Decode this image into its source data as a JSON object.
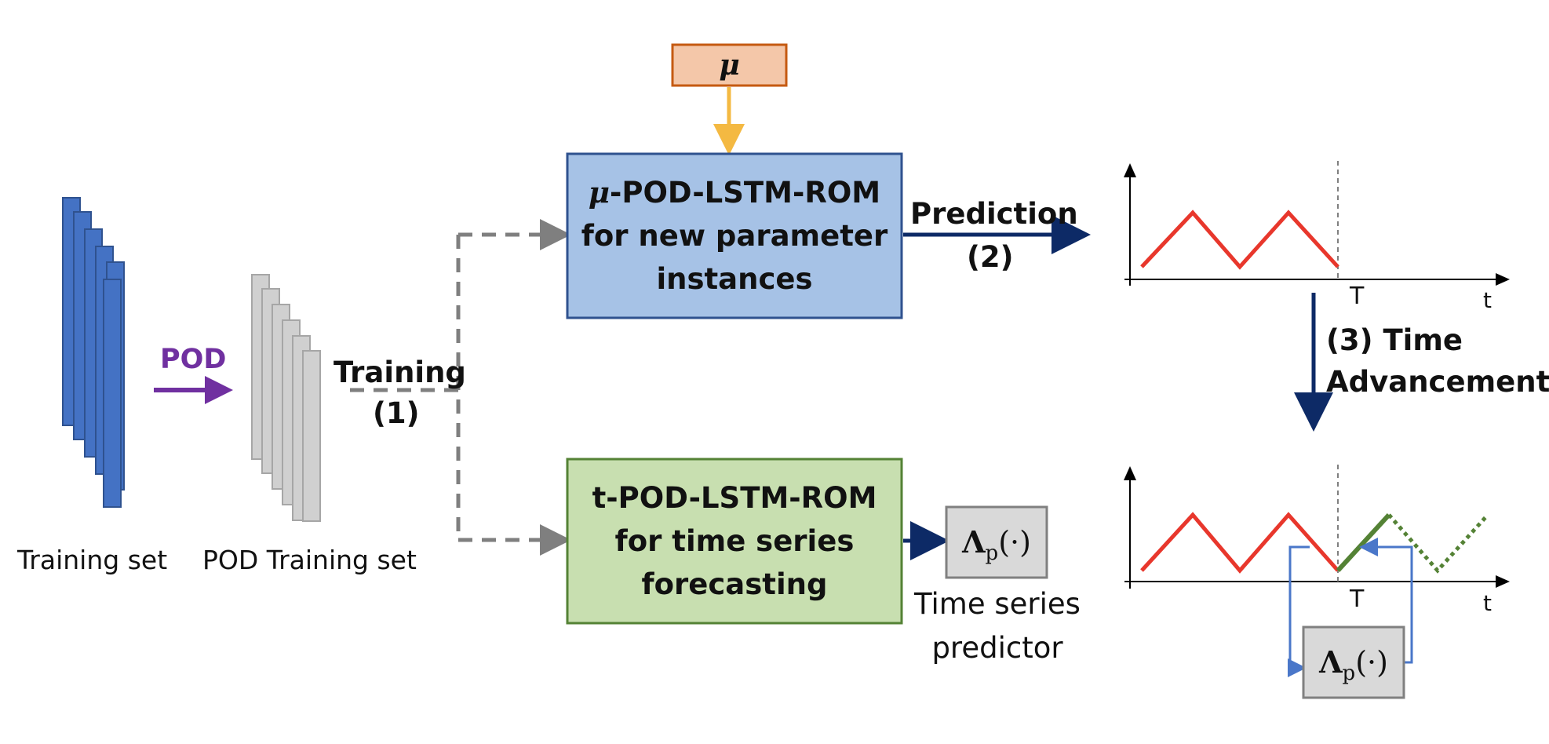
{
  "colors": {
    "snapshot_blue": "#4472c4",
    "snapshot_gray": "#d0d0d0",
    "pod_purple": "#7030a0",
    "mu_box_fill": "#f4c7a9",
    "mu_arrow_yellow": "#f4b942",
    "rom_blue_fill": "#a6c2e6",
    "rom_green_fill": "#c8dfb0",
    "predictor_fill": "#d9d9d9",
    "navy_arrow": "#0d2a66",
    "signal_red": "#e8372c",
    "signal_green": "#548235",
    "loop_blue": "#4a77c9"
  },
  "labels": {
    "training_set": "Training set",
    "pod_training_set": "POD Training set",
    "pod_arrow": "POD",
    "training_step": "Training",
    "training_step_num": "(1)",
    "mu_symbol": "μ",
    "mu_prefix": "μ",
    "mu_rom_line1_rest": "-POD-LSTM-ROM",
    "mu_rom_line2": "for new parameter",
    "mu_rom_line3": "instances",
    "t_rom_line1": "t-POD-LSTM-ROM",
    "t_rom_line2": "for time series",
    "t_rom_line3": "forecasting",
    "prediction_step": "Prediction",
    "prediction_step_num": "(2)",
    "time_adv_line1": "(3) Time",
    "time_adv_line2": "Advancement",
    "lambda_symbol": "Λ",
    "lambda_sub": "p",
    "lambda_args": "(·)",
    "predictor_caption_line1": "Time series",
    "predictor_caption_line2": "predictor",
    "axis_T_top": "T",
    "axis_t_top": "t",
    "axis_T_bottom": "T",
    "axis_t_bottom": "t"
  }
}
